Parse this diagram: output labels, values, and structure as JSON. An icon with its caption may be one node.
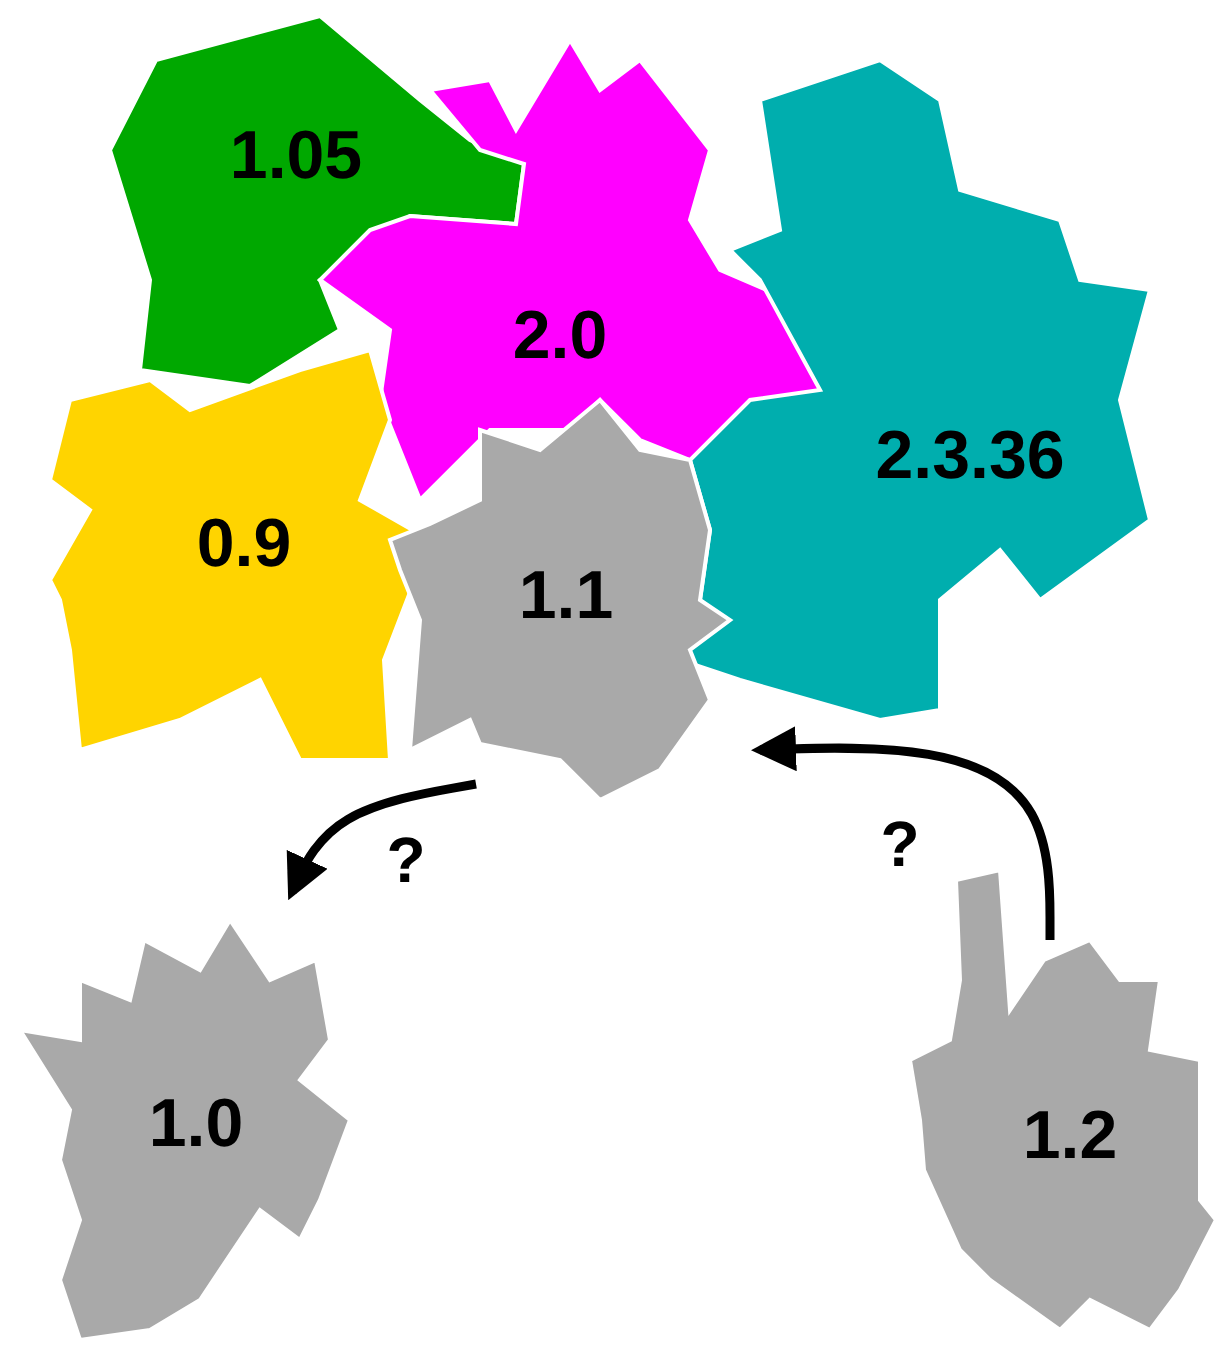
{
  "diagram": {
    "nodes": [
      {
        "text": [
          "1.05"
        ]
      },
      {
        "text": [
          "2.0"
        ]
      },
      {
        "text": [
          "2.3.36"
        ]
      },
      {
        "text": [
          "0.9"
        ]
      },
      {
        "text": [
          "1.1"
        ]
      },
      {
        "text": [
          "1.0"
        ]
      },
      {
        "text": [
          "1.2"
        ]
      }
    ],
    "edges": [
      {
        "from": 4,
        "to": 5,
        "arrow": "to",
        "label": "?"
      },
      {
        "from": 6,
        "to": 4,
        "arrow": "to",
        "label": "?"
      }
    ]
  }
}
